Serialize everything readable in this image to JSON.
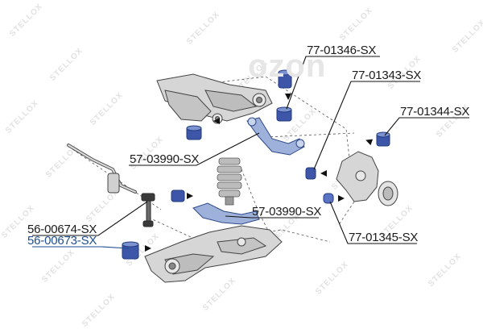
{
  "watermark": {
    "text": "STELLOX",
    "color": "#e2e2e2"
  },
  "colors": {
    "label": "#1a1a1a",
    "highlight": "#1f4e8c",
    "bushing": "#3d56a8",
    "line": "#111111",
    "part": "#cfcfcf",
    "outline": "#444444"
  },
  "callouts": [
    {
      "id": "77-01346",
      "text": "77-01346-SX",
      "highlighted": false
    },
    {
      "id": "77-01343",
      "text": "77-01343-SX",
      "highlighted": false
    },
    {
      "id": "77-01344",
      "text": "77-01344-SX",
      "highlighted": false
    },
    {
      "id": "57-03990-top",
      "text": "57-03990-SX",
      "highlighted": false
    },
    {
      "id": "57-03990-mid",
      "text": "57-03990-SX",
      "highlighted": false
    },
    {
      "id": "56-00674",
      "text": "56-00674-SX",
      "highlighted": false
    },
    {
      "id": "56-00673",
      "text": "56-00673-SX",
      "highlighted": true
    },
    {
      "id": "77-01345",
      "text": "77-01345-SX",
      "highlighted": false
    }
  ],
  "logo": {
    "text": "ozon"
  }
}
